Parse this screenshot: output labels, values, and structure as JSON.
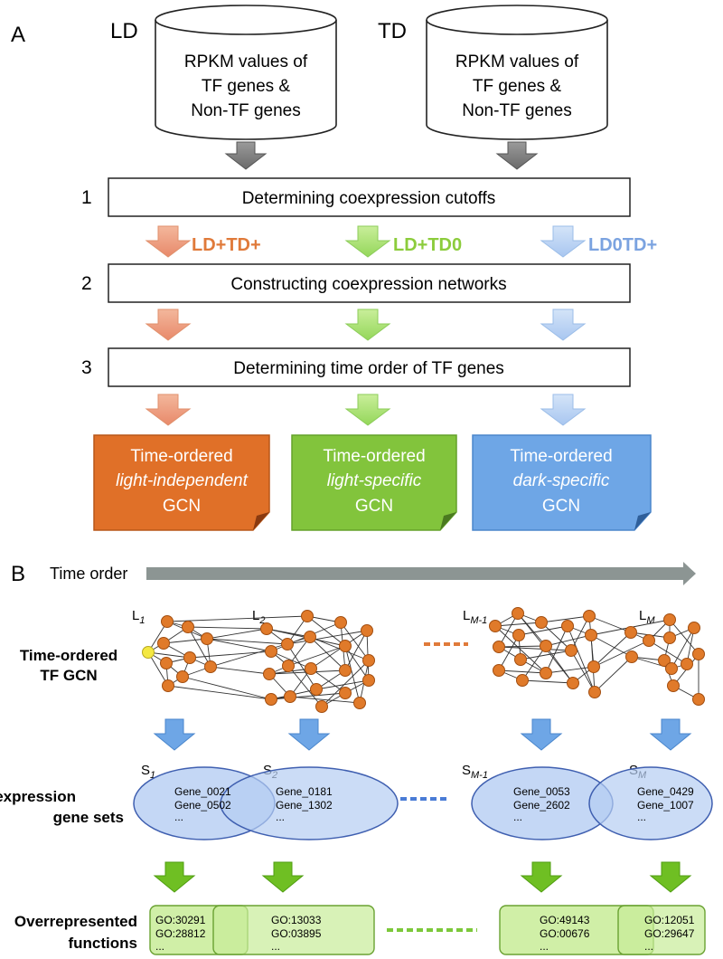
{
  "panel_a": {
    "label": "A",
    "ld_label": "LD",
    "td_label": "TD",
    "database_lines": [
      "RPKM values of",
      "TF genes &",
      "Non-TF genes"
    ],
    "steps": [
      {
        "num": "1",
        "text": "Determining coexpression cutoffs"
      },
      {
        "num": "2",
        "text": "Constructing coexpression networks"
      },
      {
        "num": "3",
        "text": "Determining time order of TF genes"
      }
    ],
    "categories": [
      {
        "label": "LD+TD+",
        "color": "#e07a3a"
      },
      {
        "label": "LD+TD0",
        "color": "#8ccc3c"
      },
      {
        "label": "LD0TD+",
        "color": "#7ba3e0"
      }
    ],
    "outputs": [
      {
        "line1": "Time-ordered",
        "line2": "light-independent",
        "line3": "GCN",
        "color": "#e07028"
      },
      {
        "line1": "Time-ordered",
        "line2": "light-specific",
        "line3": "GCN",
        "color": "#82c43c"
      },
      {
        "line1": "Time-ordered",
        "line2": "dark-specific",
        "line3": "GCN",
        "color": "#6ea6e6"
      }
    ]
  },
  "panel_b": {
    "label": "B",
    "time_order_label": "Time order",
    "row_labels": {
      "network_line1": "Time-ordered",
      "network_line2": "TF GCN",
      "sets_line1": "Coexpression",
      "sets_line2": "gene sets",
      "functions_line1": "Overrepresented",
      "functions_line2": "functions"
    },
    "layers": [
      {
        "base": "L",
        "sub": "1"
      },
      {
        "base": "L",
        "sub": "2"
      },
      {
        "base": "L",
        "sub": "M-1"
      },
      {
        "base": "L",
        "sub": "M"
      }
    ],
    "sets": [
      {
        "base": "S",
        "sub": "1",
        "genes": [
          "Gene_0021",
          "Gene_0502",
          "..."
        ]
      },
      {
        "base": "S",
        "sub": "2",
        "genes": [
          "Gene_0181",
          "Gene_1302",
          "..."
        ]
      },
      {
        "base": "S",
        "sub": "M-1",
        "genes": [
          "Gene_0053",
          "Gene_2602",
          "..."
        ]
      },
      {
        "base": "S",
        "sub": "M",
        "genes": [
          "Gene_0429",
          "Gene_1007",
          "..."
        ]
      }
    ],
    "functions": [
      {
        "terms": [
          "GO:30291",
          "GO:28812",
          "..."
        ]
      },
      {
        "terms": [
          "GO:13033",
          "GO:03895",
          "..."
        ]
      },
      {
        "terms": [
          "GO:49143",
          "GO:00676",
          "..."
        ]
      },
      {
        "terms": [
          "GO:12051",
          "GO:29647",
          "..."
        ]
      }
    ]
  }
}
